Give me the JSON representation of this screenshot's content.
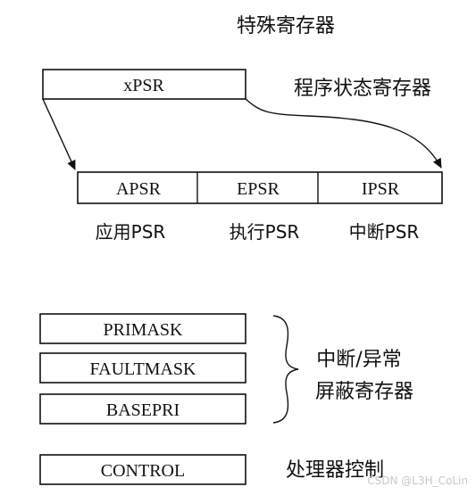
{
  "title": "特殊寄存器",
  "psr_group": {
    "xpsr": "xPSR",
    "xpsr_desc": "程序状态寄存器",
    "subregisters": [
      {
        "name": "APSR",
        "desc": "应用PSR"
      },
      {
        "name": "EPSR",
        "desc": "执行PSR"
      },
      {
        "name": "IPSR",
        "desc": "中断PSR"
      }
    ]
  },
  "mask_group": {
    "registers": [
      "PRIMASK",
      "FAULTMASK",
      "BASEPRI"
    ],
    "desc_line1": "中断/异常",
    "desc_line2": "屏蔽寄存器"
  },
  "control": {
    "name": "CONTROL",
    "desc": "处理器控制"
  },
  "watermark": "CSDN @L3H_CoLin"
}
